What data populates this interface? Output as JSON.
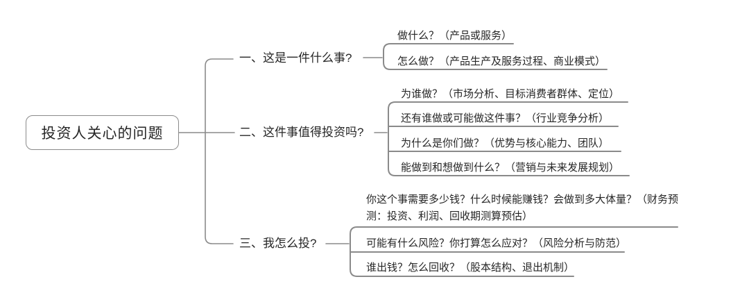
{
  "title": "投资人关心的问题思维导图",
  "colors": {
    "background": "#ffffff",
    "line": "#8a8a8a",
    "text": "#262626"
  },
  "mindmap": {
    "root": {
      "label": "投资人关心的问题"
    },
    "branches": [
      {
        "label": "一、这是一件什么事?",
        "children": [
          "做什么？（产品或服务）",
          "怎么做？（产品生产及服务过程、商业模式）"
        ]
      },
      {
        "label": "二、这件事值得投资吗?",
        "children": [
          "为谁做？（市场分析、目标消费者群体、定位）",
          "还有谁做或可能做这件事？（行业竞争分析）",
          "为什么是你们做？（优势与核心能力、团队）",
          "能做到和想做到什么？（营销与未来发展规划）"
        ]
      },
      {
        "label": "三、我怎么投?",
        "children": [
          "你这个事需要多少钱？什么时候能赚钱？会做到多大体量？（财务预测：投资、利润、回收期测算预估）",
          "可能有什么风险？你打算怎么应对？（风险分析与防范）",
          "谁出钱？怎么回收？（股本结构、退出机制）"
        ]
      }
    ]
  }
}
